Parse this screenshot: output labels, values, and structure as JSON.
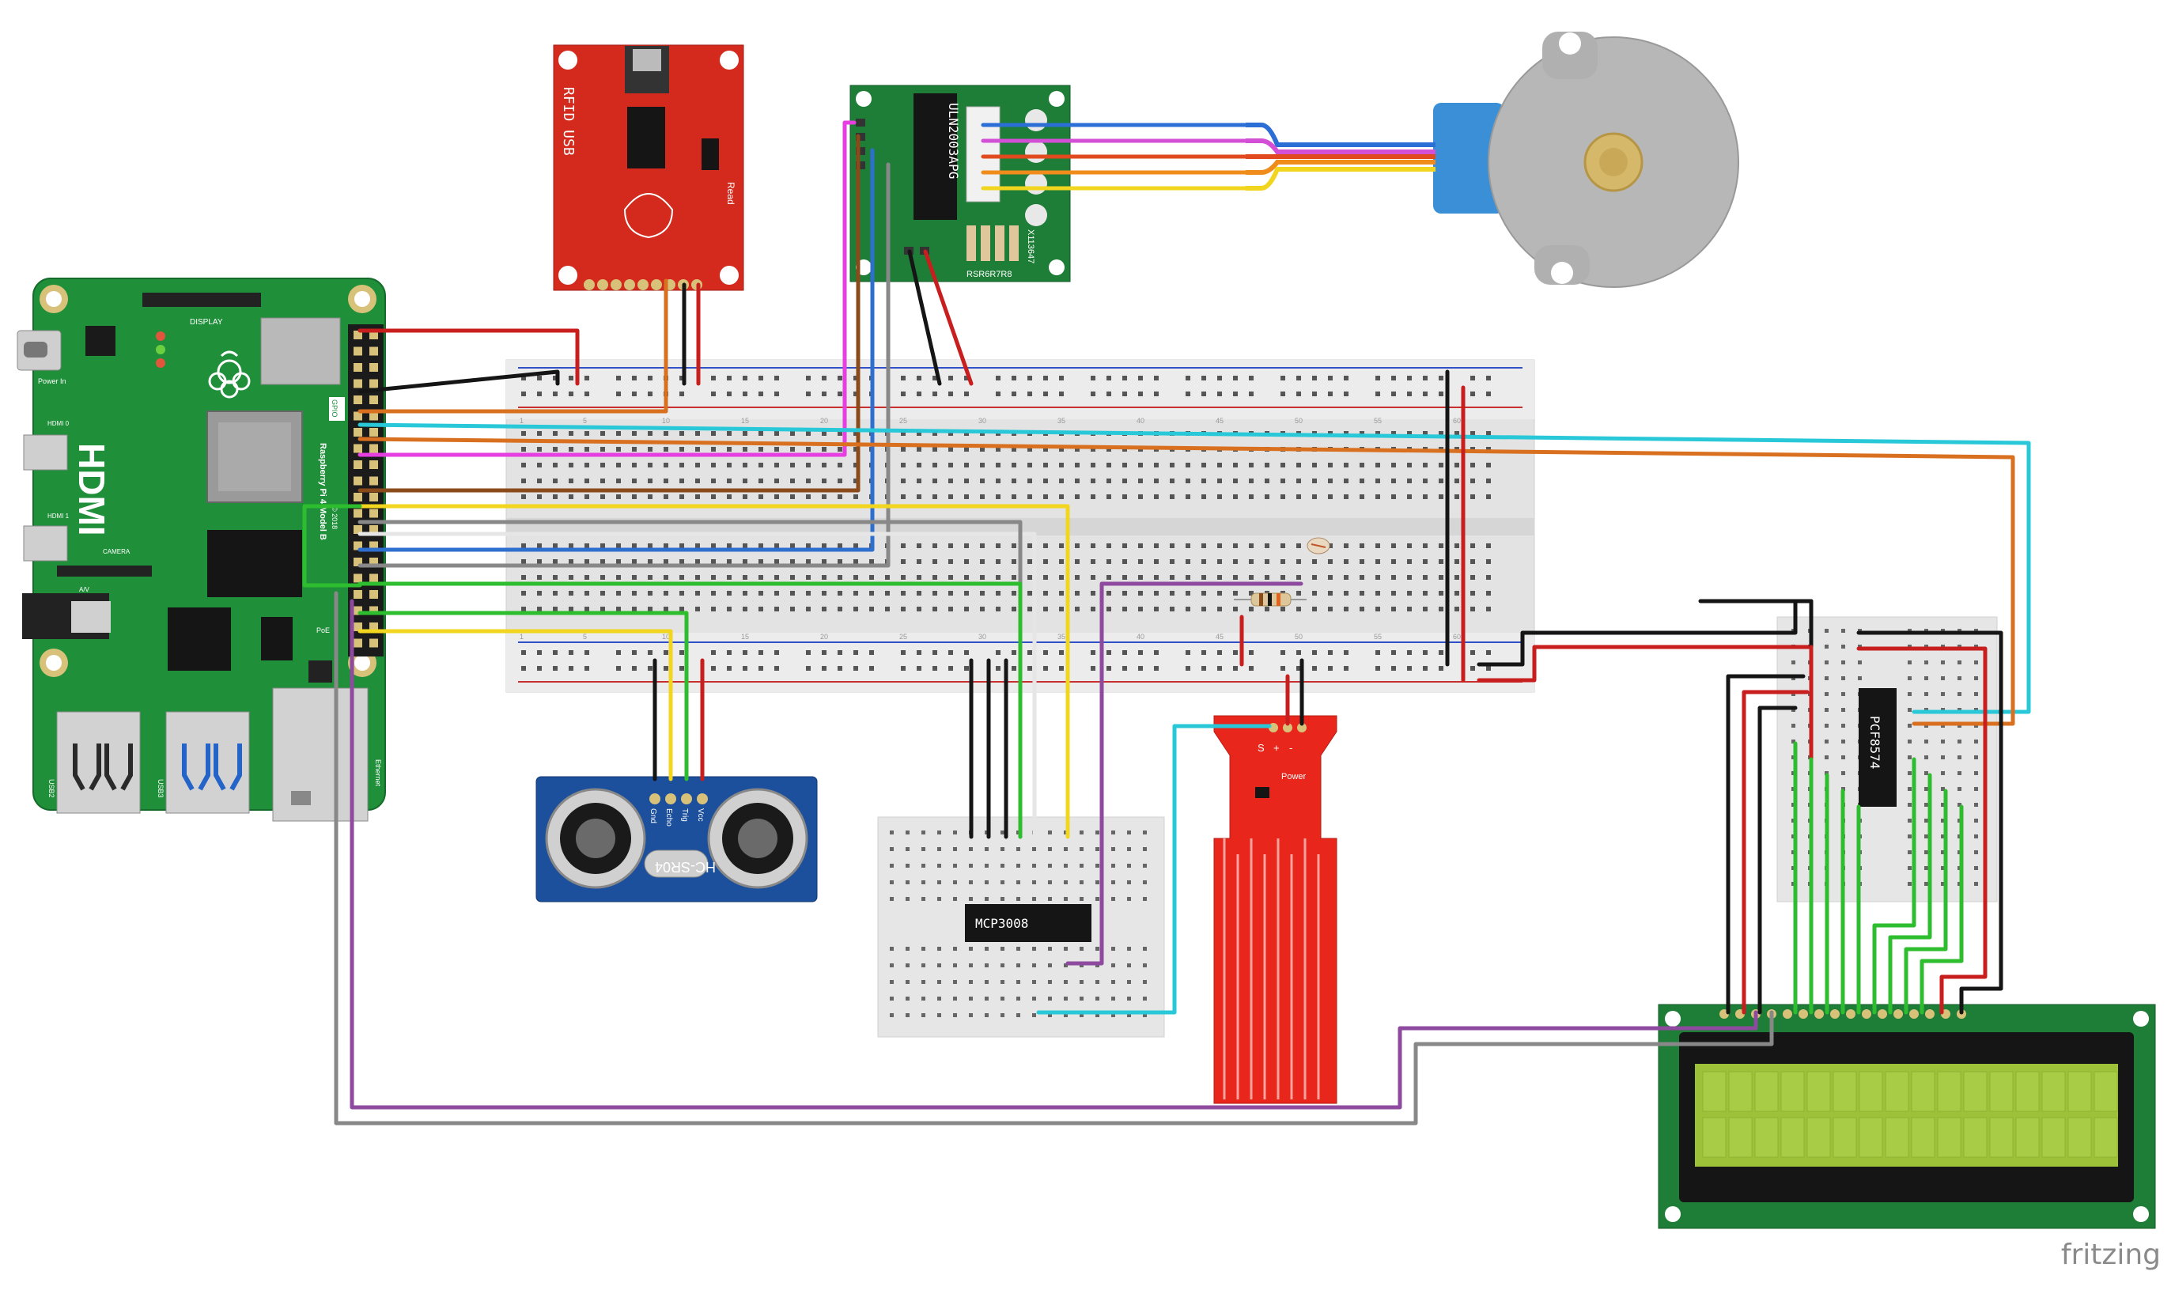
{
  "watermark": "fritzing",
  "colors": {
    "pi_green": "#1f8f3a",
    "rfid_red": "#d42a1e",
    "uln_green": "#1e7d37",
    "sensor_blue": "#1c4f9c",
    "lcd_screen": "#9dc23a",
    "water_red": "#e8261c",
    "breadboard": "#e8e8e8"
  },
  "pi": {
    "display_label": "DISPLAY",
    "power_label": "Power In",
    "hdmi_label": "HDMI",
    "hdmi0_label": "HDMI 0",
    "hdmi1_label": "HDMI 1",
    "camera_label": "CAMERA",
    "av_label": "A/V",
    "gpio_label": "GPIO",
    "poe_label": "PoE",
    "usb2_label": "USB2",
    "usb3_label": "USB3",
    "ethernet_label": "Ethernet",
    "model_label": "Raspberry Pi 4 Model B",
    "year_label": "© 2018"
  },
  "rfid": {
    "title": "RFID USB",
    "read_label": "Read"
  },
  "driver": {
    "chip": "ULN2003APG",
    "code1": "X113647",
    "code2": "RSR6R7R8"
  },
  "ultrasonic": {
    "name": "HC-SR04",
    "pins": [
      "Gnd",
      "Echo",
      "Trig",
      "Vcc"
    ]
  },
  "adc": {
    "chip": "MCP3008"
  },
  "expander": {
    "chip": "PCF8574"
  },
  "water_sensor": {
    "pins": [
      "S",
      "+",
      "-"
    ],
    "power_label": "Power"
  },
  "breadboard": {
    "row_numbers": [
      "1",
      "5",
      "10",
      "15",
      "20",
      "25",
      "30",
      "35",
      "40",
      "45",
      "50",
      "55",
      "60"
    ]
  }
}
